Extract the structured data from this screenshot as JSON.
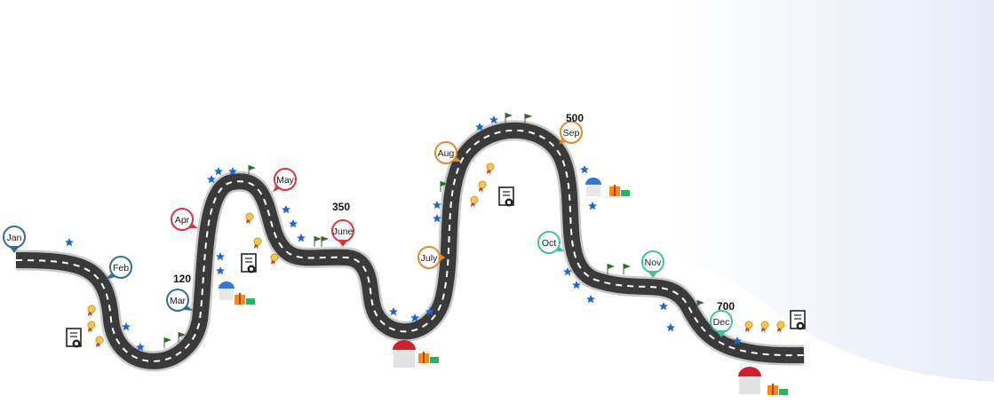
{
  "months": [
    {
      "label": "Jan",
      "color": "#2f6f95"
    },
    {
      "label": "Feb",
      "color": "#2f6f95"
    },
    {
      "label": "Mar",
      "color": "#2f6f95"
    },
    {
      "label": "Apr",
      "color": "#d9363e"
    },
    {
      "label": "May",
      "color": "#d9363e"
    },
    {
      "label": "June",
      "color": "#d9363e"
    },
    {
      "label": "July",
      "color": "#e38a2d"
    },
    {
      "label": "Aug",
      "color": "#e38a2d"
    },
    {
      "label": "Sep",
      "color": "#e38a2d"
    },
    {
      "label": "Oct",
      "color": "#45bfa0"
    },
    {
      "label": "Nov",
      "color": "#45bfa0"
    },
    {
      "label": "Dec",
      "color": "#45bfa0"
    }
  ],
  "milestones": [
    "120",
    "350",
    "500",
    "700"
  ],
  "icons": {
    "star": "star-icon",
    "flag": "flag-icon",
    "medal": "medal-icon",
    "certificate": "certificate-icon",
    "gift": "gift-icon",
    "house": "house-icon"
  },
  "colors": {
    "road": "#3a3a3a",
    "road_edge": "#c9c9c9",
    "lane": "#ffffff",
    "star": "#1f66c8",
    "flag": "#2f6b2f",
    "background_accent": "#eef2fa"
  }
}
